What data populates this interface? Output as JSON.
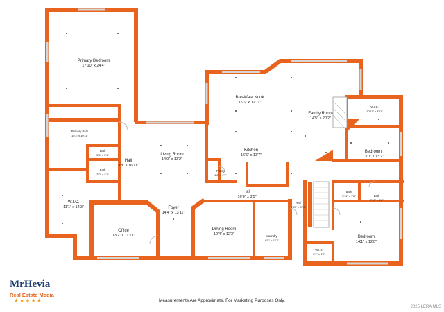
{
  "rooms": {
    "primary_bedroom": {
      "name": "Primary Bedroom",
      "dims": "17'10\" x 24'4\""
    },
    "primary_bath": {
      "name": "Primary Bath",
      "dims": "15'3\" x 10'11\""
    },
    "bath_a": {
      "name": "Bath",
      "dims": "5'6\" x 3'1\""
    },
    "bath_b": {
      "name": "Bath",
      "dims": "3'0\" x 4'1\""
    },
    "hall_west": {
      "name": "Hall",
      "dims": "3'8\" x 16'11\""
    },
    "wic_west": {
      "name": "W.I.C.",
      "dims": "11'1\" x 14'3\""
    },
    "office": {
      "name": "Office",
      "dims": "13'2\" x 11'11\""
    },
    "living_room": {
      "name": "Living Room",
      "dims": "14'0\" x 13'2\""
    },
    "foyer": {
      "name": "Foyer",
      "dims": "14'4\" x 13'11\""
    },
    "breakfast_nook": {
      "name": "Breakfast Nook",
      "dims": "16'6\" x 12'11\""
    },
    "kitchen": {
      "name": "Kitchen",
      "dims": "16'6\" x 13'7\""
    },
    "pantry": {
      "name": "Pantry",
      "dims": "4'2\" x 4'7\""
    },
    "hall_center": {
      "name": "Hall",
      "dims": "16'6\" x 3'5\""
    },
    "dining_room": {
      "name": "Dining Room",
      "dims": "12'4\" x 12'3\""
    },
    "laundry": {
      "name": "Laundry",
      "dims": "6'5\" x 12'3\""
    },
    "family_room": {
      "name": "Family Room",
      "dims": "14'5\" x 20'2\""
    },
    "wic_east": {
      "name": "W.I.C.",
      "dims": "10'11\" x 4'11\""
    },
    "bedroom_east": {
      "name": "Bedroom",
      "dims": "13'0\" x 13'2\""
    },
    "hall_east": {
      "name": "Hall",
      "dims": "9'10\" x 22'4\""
    },
    "bath_c": {
      "name": "Bath",
      "dims": "5'11\" x 7'8\""
    },
    "bath_d": {
      "name": "Bath",
      "dims": "7'10\" x 5'8\""
    },
    "bedroom_south": {
      "name": "Bedroom",
      "dims": "14'1\" x 12'0\""
    },
    "wic_south": {
      "name": "W.I.C.",
      "dims": "5'1\" x 4'2\""
    }
  },
  "footer": {
    "disclaimer": "Measurements Are Approximate. For Marketing Purposes Only.",
    "copyright": "2025 LERA MLS"
  },
  "logo": {
    "name": "MrHevia",
    "subtitle": "Real Estate Media",
    "stars": "★★★★★"
  },
  "colors": {
    "wall": "#e8641e",
    "window": "#d6d6d6",
    "logo_blue": "#1b3d6e"
  }
}
